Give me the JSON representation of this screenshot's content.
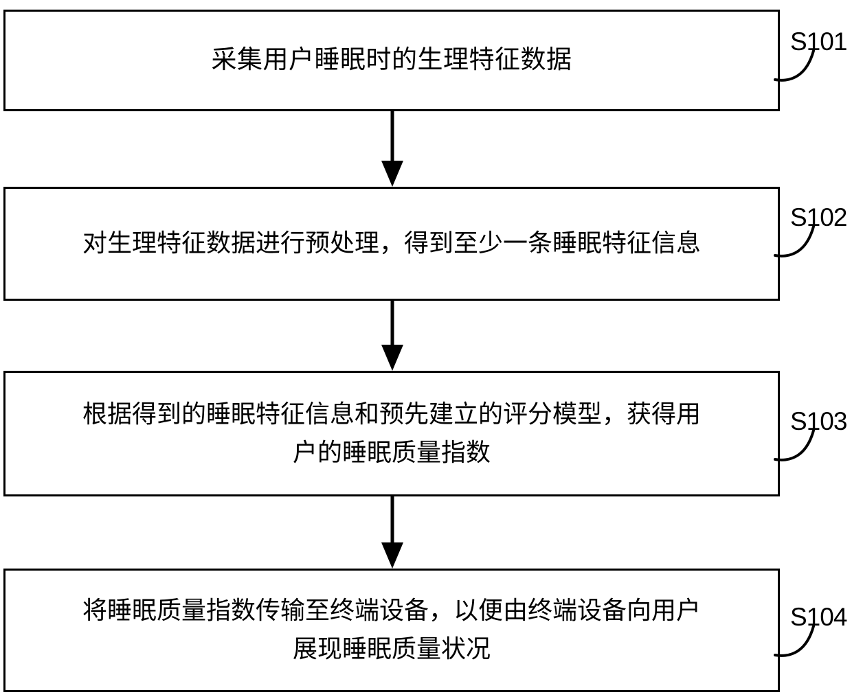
{
  "diagram": {
    "type": "flowchart",
    "orientation": "vertical",
    "stroke_color": "#000000",
    "background_color": "#ffffff",
    "steps": [
      {
        "id": "S101",
        "label": "S101",
        "text": "采集用户睡眠时的生理特征数据"
      },
      {
        "id": "S102",
        "label": "S102",
        "text": "对生理特征数据进行预处理，得到至少一条睡眠特征信息"
      },
      {
        "id": "S103",
        "label": "S103",
        "text": "根据得到的睡眠特征信息和预先建立的评分模型，获得用\n户的睡眠质量指数"
      },
      {
        "id": "S104",
        "label": "S104",
        "text": "将睡眠质量指数传输至终端设备，以便由终端设备向用户\n展现睡眠质量状况"
      }
    ],
    "connectors": [
      {
        "from": "S101",
        "to": "S102",
        "arrow": "down"
      },
      {
        "from": "S102",
        "to": "S103",
        "arrow": "down"
      },
      {
        "from": "S103",
        "to": "S104",
        "arrow": "down"
      }
    ]
  }
}
